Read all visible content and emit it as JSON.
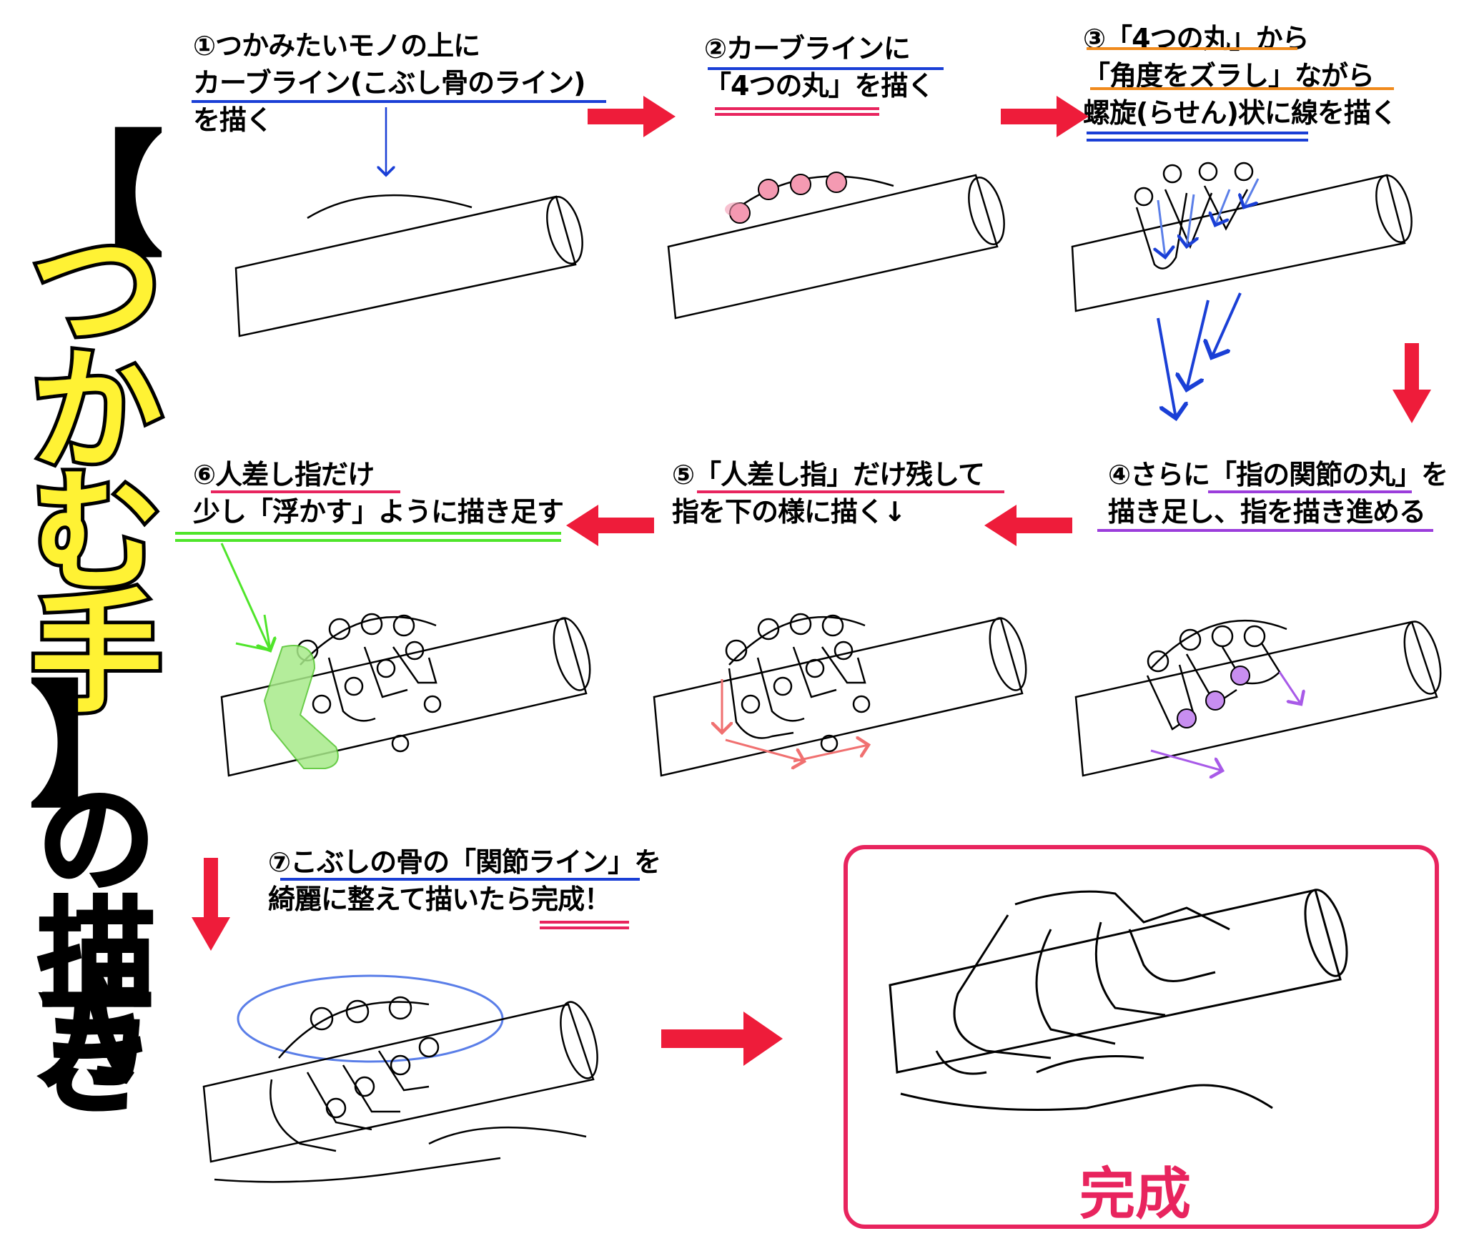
{
  "title": {
    "chars": [
      "【",
      "つ",
      "か",
      "む",
      "手",
      "】",
      "の",
      "描",
      "き",
      "方"
    ]
  },
  "steps": [
    {
      "id": 1,
      "lines": [
        "①つかみたいモノの上に",
        "カーブライン(こぶし骨のライン)",
        "を描く"
      ]
    },
    {
      "id": 2,
      "lines": [
        "②カーブラインに",
        "「4つの丸」を描く"
      ]
    },
    {
      "id": 3,
      "lines": [
        "③「4つの丸」から",
        "「角度をズラし」ながら",
        "螺旋(らせん)状に線を描く"
      ]
    },
    {
      "id": 4,
      "lines": [
        "④さらに「指の関節の丸」を",
        "描き足し、指を描き進める"
      ]
    },
    {
      "id": 5,
      "lines": [
        "⑤「人差し指」だけ残して",
        "指を下の様に描く↓"
      ]
    },
    {
      "id": 6,
      "lines": [
        "⑥人差し指だけ",
        "少し「浮かす」ように描き足す"
      ]
    },
    {
      "id": 7,
      "lines": [
        "⑦こぶしの骨の「関節ライン」を",
        "綺麗に整えて描いたら完成！"
      ]
    }
  ],
  "finish_label": "完成",
  "colors": {
    "arrow_red": "#ee1c3a",
    "blue": "#1a3fd6",
    "pink": "#e8245e",
    "orange": "#f08a1c",
    "purple": "#9b3ddb",
    "green": "#4fe52a",
    "title_yellow": "#fff234"
  }
}
